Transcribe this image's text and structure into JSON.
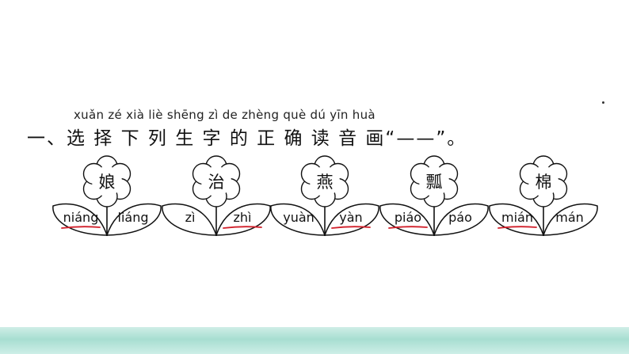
{
  "question": {
    "pinyin": "xuǎn zé xià liè shēng zì de zhèng què dú yīn huà",
    "instruction": "一、选 择 下 列  生  字 的  正  确 读 音 画“——”。"
  },
  "colors": {
    "underline": "#d11f2a",
    "outline": "#111111",
    "bottom_bar": "#a7ded1"
  },
  "flowers": [
    {
      "char": "娘",
      "left": "niáng",
      "right": "liáng",
      "answer": "left"
    },
    {
      "char": "治",
      "left": "zì",
      "right": "zhì",
      "answer": "right"
    },
    {
      "char": "燕",
      "left": "yuàn",
      "right": "yàn",
      "answer": "right"
    },
    {
      "char": "瓢",
      "left": "piáo",
      "right": "páo",
      "answer": "left"
    },
    {
      "char": "棉",
      "left": "mián",
      "right": "mán",
      "answer": "left"
    }
  ]
}
